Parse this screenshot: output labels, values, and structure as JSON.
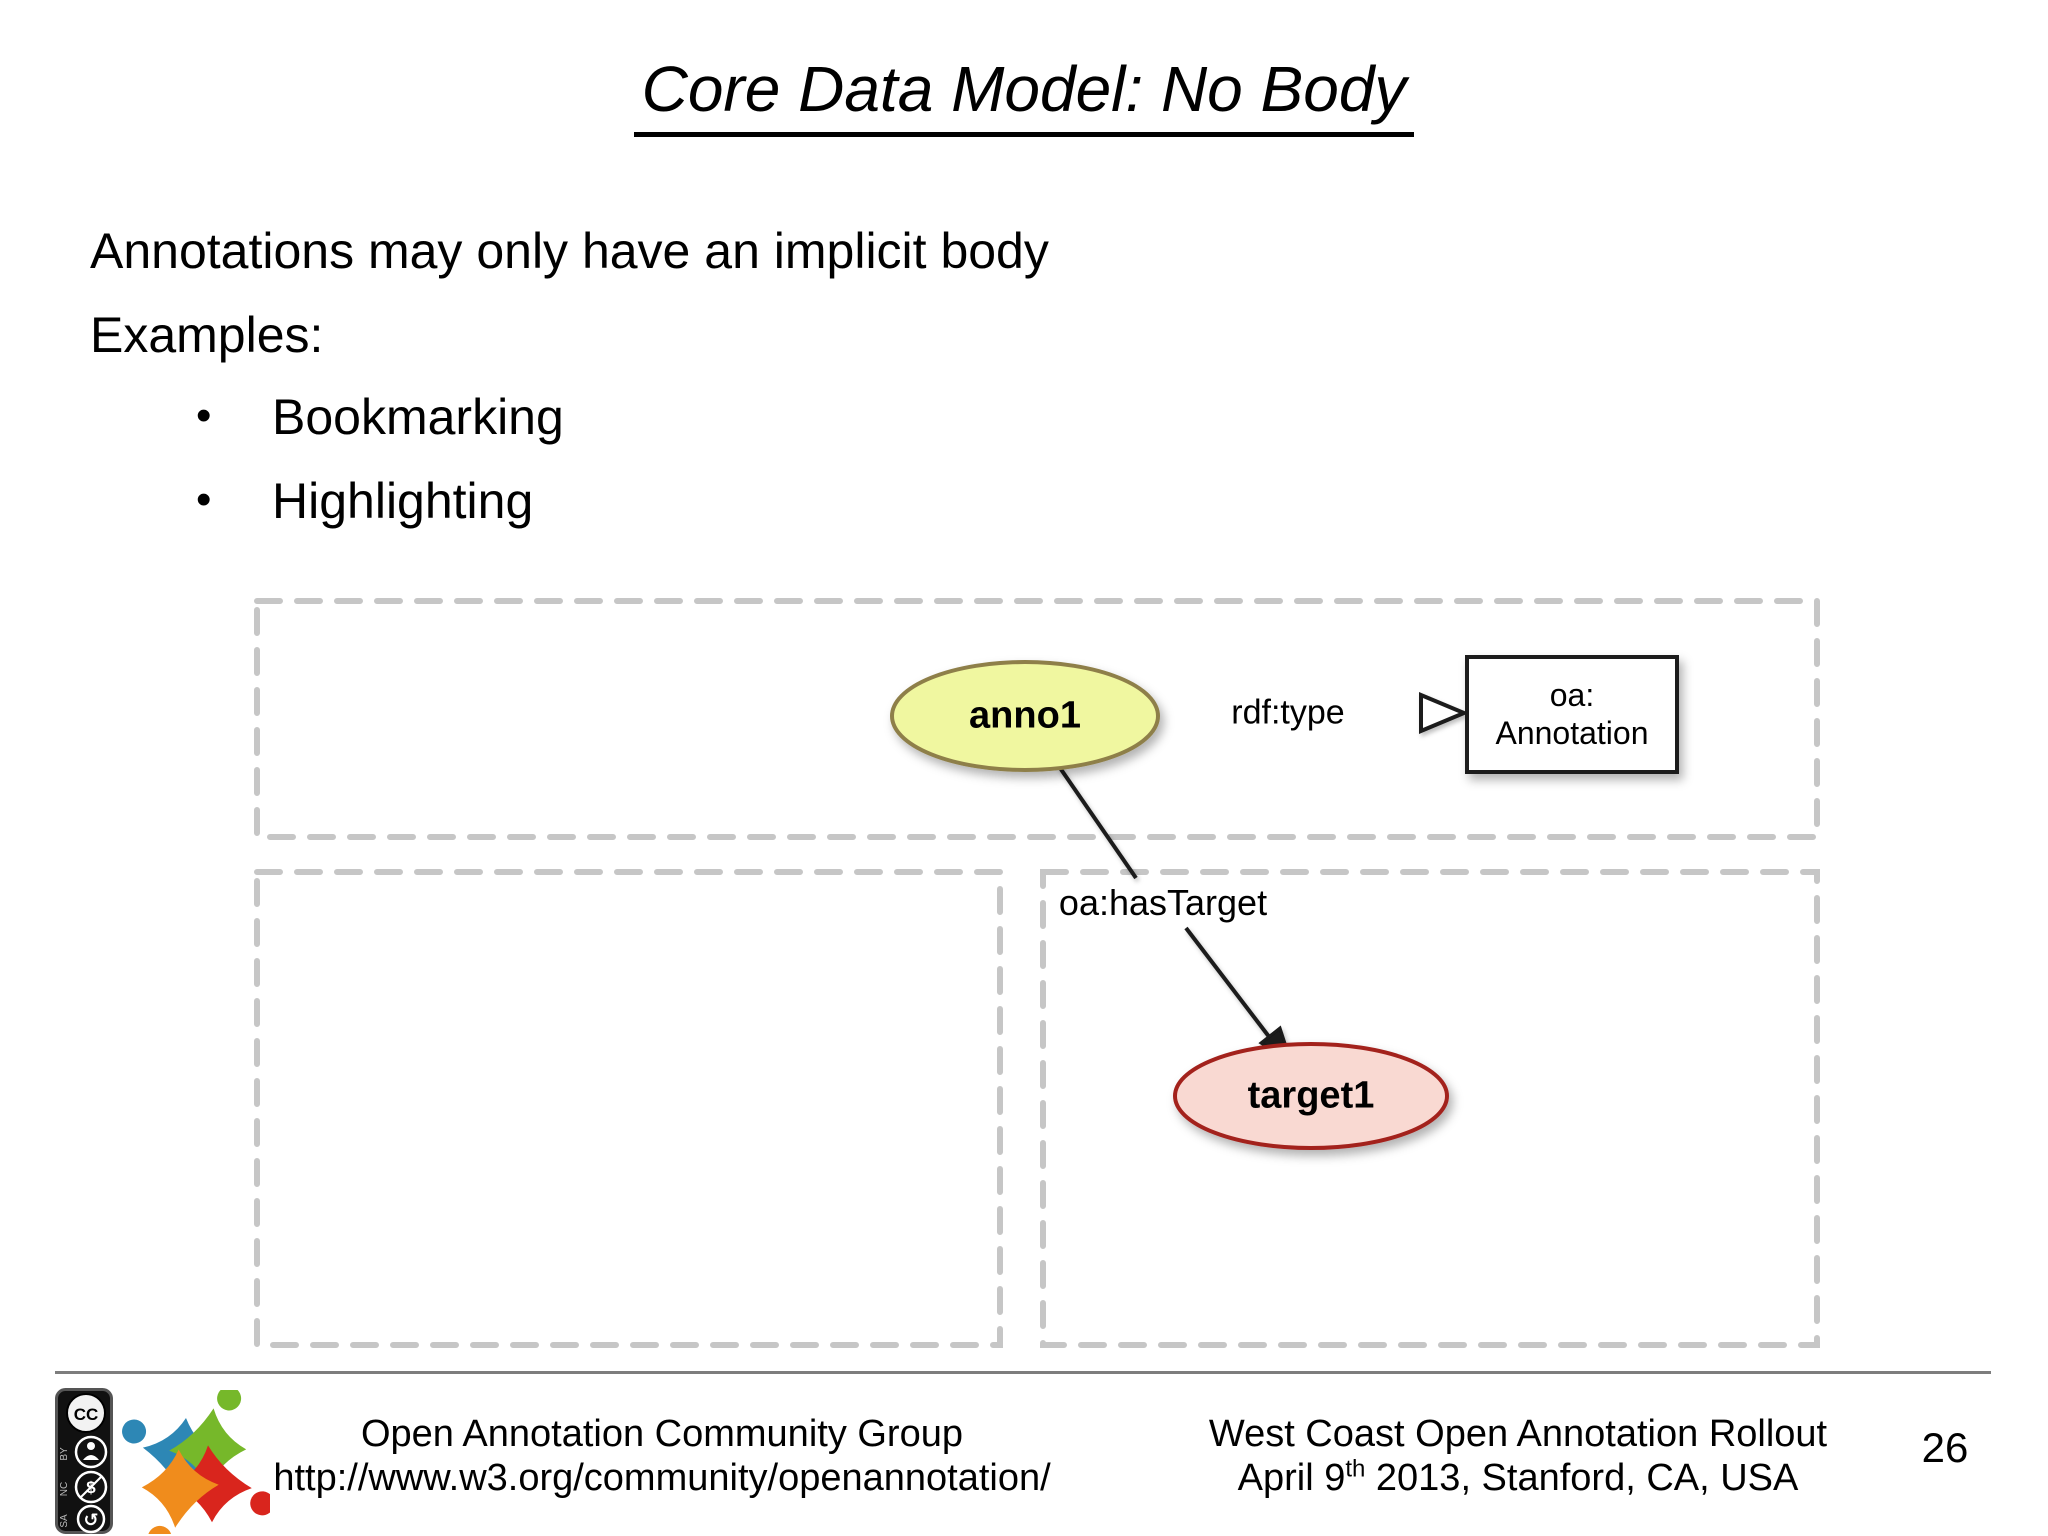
{
  "slide": {
    "title": "Core Data Model: No Body",
    "body": {
      "line1": "Annotations may only have an implicit body",
      "line2": "Examples:",
      "bullet_char": "•",
      "bullets": [
        "Bookmarking",
        "Highlighting"
      ]
    },
    "diagram": {
      "anno_node": "anno1",
      "type_edge_label": "rdf:type",
      "type_node_line1": "oa:",
      "type_node_line2": "Annotation",
      "target_edge_label": "oa:hasTarget",
      "target_node": "target1",
      "colors": {
        "anno_fill": "#f0f7a0",
        "anno_stroke": "#8e7f48",
        "target_fill": "#f9d9d2",
        "target_stroke": "#a3231f",
        "dash_border": "#c6c6c6",
        "edge_line": "#1a1a1a"
      }
    },
    "footer": {
      "left_line1": "Open Annotation Community Group",
      "left_line2": "http://www.w3.org/community/openannotation/",
      "right_line1": "West Coast Open Annotation Rollout",
      "right_line2_pre": "April 9",
      "right_line2_sup": "th",
      "right_line2_post": " 2013, Stanford, CA, USA",
      "page_number": "26",
      "cc_badge": {
        "top_glyph": "CC",
        "labels": [
          "BY",
          "NC",
          "SA"
        ],
        "nc_glyph": "$",
        "sa_glyph": "↺"
      },
      "logo_colors": {
        "blue": "#2d87b5",
        "green": "#76b82a",
        "red": "#d9251d",
        "orange": "#f08c1c"
      }
    }
  }
}
